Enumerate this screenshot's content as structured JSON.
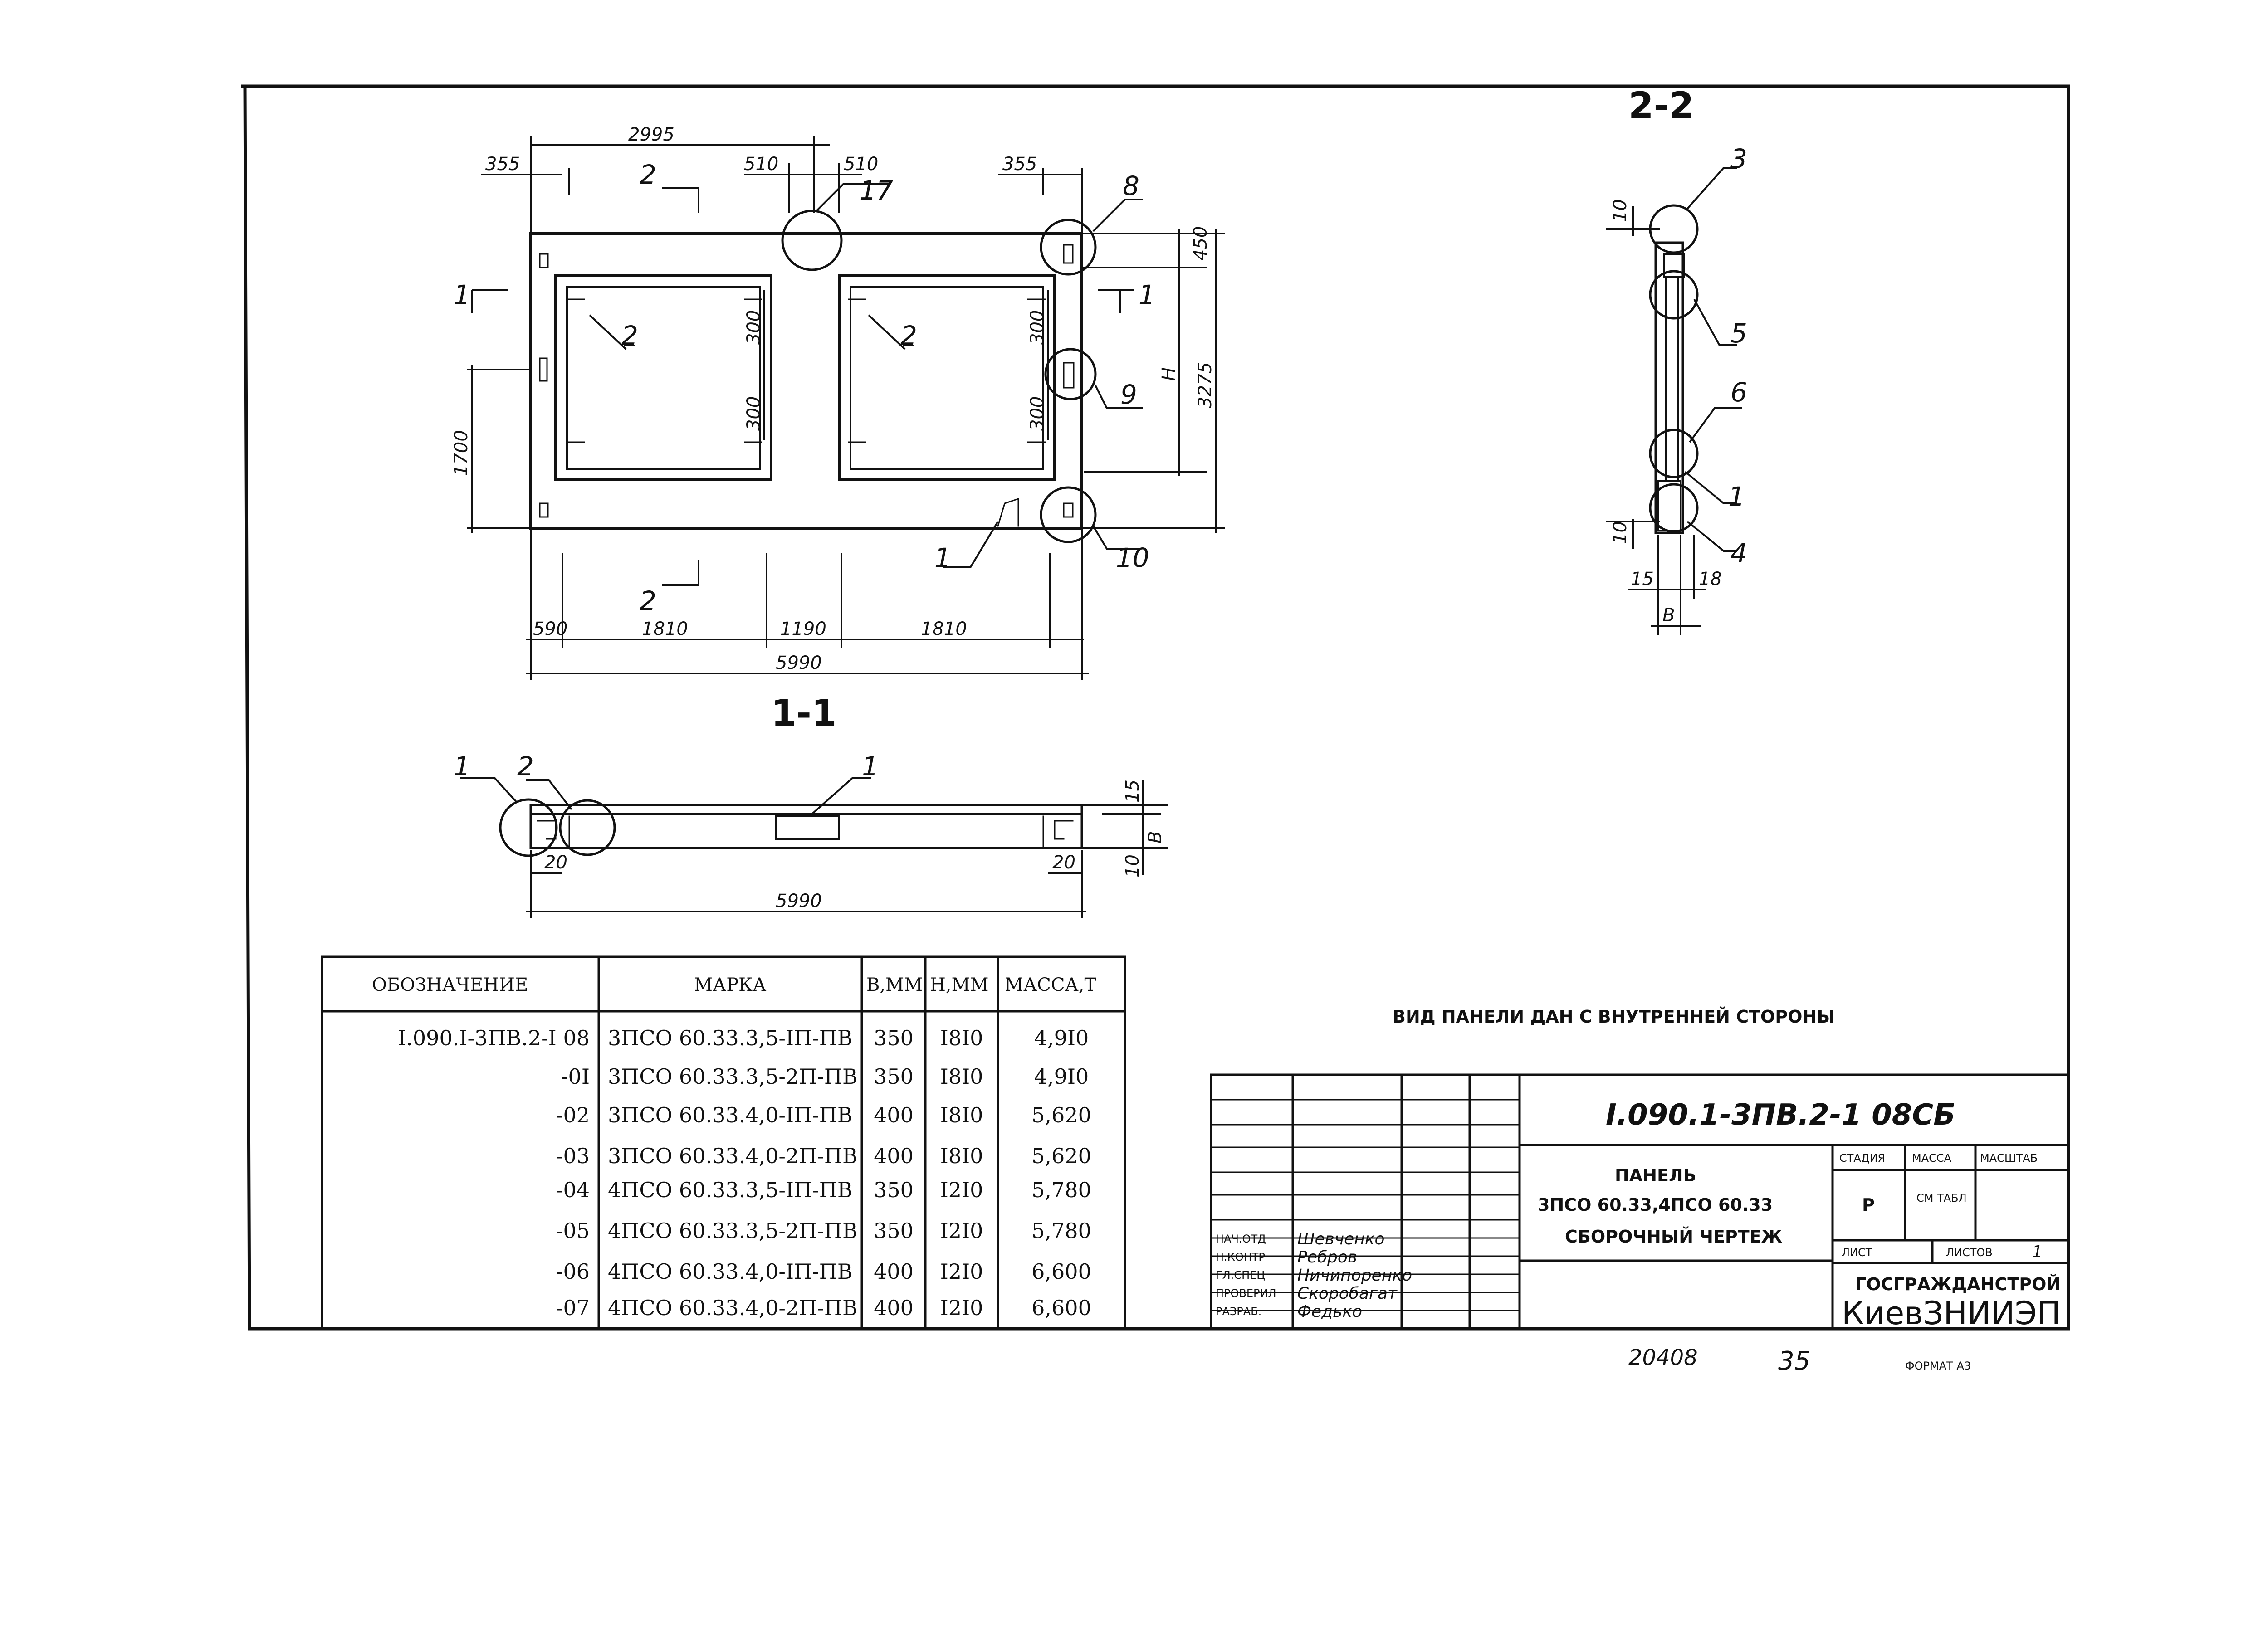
{
  "sections": {
    "sec11": "1-1",
    "sec22": "2-2"
  },
  "plan": {
    "dims_top": [
      "355",
      "2995",
      "510",
      "510",
      "355"
    ],
    "dims_bottom": [
      "590",
      "1810",
      "1190",
      "1810"
    ],
    "dim_total": "5990",
    "dims_right": [
      "450",
      "H",
      "3275"
    ],
    "dim_left": "1700",
    "dims_window": [
      "300",
      "300",
      "300",
      "300"
    ],
    "callouts": [
      "1",
      "2",
      "2",
      "8",
      "9",
      "10",
      "17"
    ],
    "cut_marks": [
      "1",
      "1",
      "2",
      "2"
    ]
  },
  "section22": {
    "callouts": [
      "3",
      "5",
      "6",
      "1",
      "4"
    ],
    "dims": [
      "10",
      "10",
      "15",
      "18",
      "B"
    ]
  },
  "section11": {
    "callouts": [
      "1",
      "2",
      "1"
    ],
    "dims": [
      "20",
      "20",
      "5990",
      "15",
      "10",
      "B"
    ]
  },
  "view_note": "ВИД ПАНЕЛИ ДАН С ВНУТРЕННЕЙ СТОРОНЫ",
  "spec_table": {
    "headers": [
      "ОБОЗНАЧЕНИЕ",
      "МАРКА",
      "В,ММ",
      "Н,ММ",
      "МАССА,Т"
    ],
    "rows": [
      [
        "I.090.I-3ПВ.2-I 08",
        "3ПСО 60.33.3,5-IП-ПВ",
        "350",
        "I8I0",
        "4,9I0"
      ],
      [
        "-0I",
        "3ПСО 60.33.3,5-2П-ПВ",
        "350",
        "I8I0",
        "4,9I0"
      ],
      [
        "-02",
        "3ПСО 60.33.4,0-IП-ПВ",
        "400",
        "I8I0",
        "5,620"
      ],
      [
        "-03",
        "3ПСО 60.33.4,0-2П-ПВ",
        "400",
        "I8I0",
        "5,620"
      ],
      [
        "-04",
        "4ПСО 60.33.3,5-IП-ПВ",
        "350",
        "I2I0",
        "5,780"
      ],
      [
        "-05",
        "4ПСО 60.33.3,5-2П-ПВ",
        "350",
        "I2I0",
        "5,780"
      ],
      [
        "-06",
        "4ПСО 60.33.4,0-IП-ПВ",
        "400",
        "I2I0",
        "6,600"
      ],
      [
        "-07",
        "4ПСО 60.33.4,0-2П-ПВ",
        "400",
        "I2I0",
        "6,600"
      ]
    ]
  },
  "title_block": {
    "code": "I.090.1-3ПВ.2-1   08СБ",
    "name_lines": [
      "ПАНЕЛЬ",
      "3ПСО 60.33,4ПСО 60.33",
      "СБОРОЧНЫЙ ЧЕРТЕЖ"
    ],
    "stage_label": "СТАДИЯ",
    "mass_label": "МАССА",
    "scale_label": "МАСШТАБ",
    "stage_value": "Р",
    "mass_value": "СМ ТАБЛ",
    "sheet_label": "ЛИСТ",
    "sheets_label": "ЛИСТОВ",
    "sheets_value": "1",
    "org1": "ГОСГРАЖДАНСТРОЙ",
    "org2": "КиевЗНИИЭП",
    "signatures": [
      {
        "role": "НАЧ.ОТД",
        "name": "Шевченко"
      },
      {
        "role": "Н.КОНТР",
        "name": "Ребров"
      },
      {
        "role": "ГЛ.СПЕЦ",
        "name": "Ничипоренко"
      },
      {
        "role": "ПРОВЕРИЛ",
        "name": "Скоробагат"
      },
      {
        "role": "РАЗРАБ.",
        "name": "Федько"
      }
    ]
  },
  "footer": {
    "number": "20408",
    "page": "35",
    "format": "ФОРМАТ А3"
  }
}
